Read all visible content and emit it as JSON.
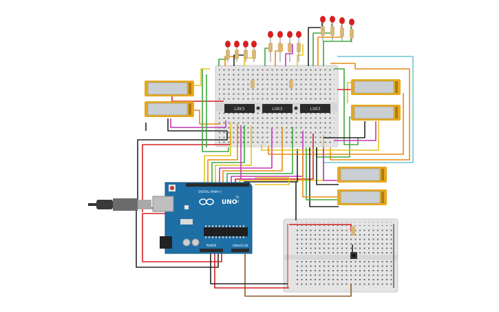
{
  "colors": {
    "breadboard": "#e7e7e7",
    "breadboard_hole": "#5a5a5a",
    "arduino_board": "#1d6fa6",
    "arduino_header": "#2b2b2b",
    "lcd_frame": "#e6a91e",
    "lcd_screen": "#c9cfd2",
    "led": "#d62020",
    "resistor": "#d8b779",
    "wire_red": "#d21f1f",
    "wire_black": "#222222",
    "wire_green": "#3ea73e",
    "wire_yellow": "#e5c51a",
    "wire_orange": "#e58a12",
    "wire_magenta": "#c335b4",
    "wire_cyan": "#6cc6d6",
    "wire_brown": "#8a5a2b",
    "usb_cable": "#3a3a3a"
  },
  "arduino": {
    "logo_text": "UNO",
    "header_digital_label": "DIGITAL (PWM~)",
    "header_power_label": "POWER",
    "header_analog_label": "ANALOG IN",
    "tx_label": "TX",
    "rx_label": "RX"
  },
  "shift_registers": [
    {
      "label": "LXK3"
    },
    {
      "label": "LXK3"
    },
    {
      "label": "LXK3"
    }
  ],
  "icons": {
    "usb_plug": "usb-plug-icon",
    "arduino_logo": "infinity-logo-icon"
  }
}
